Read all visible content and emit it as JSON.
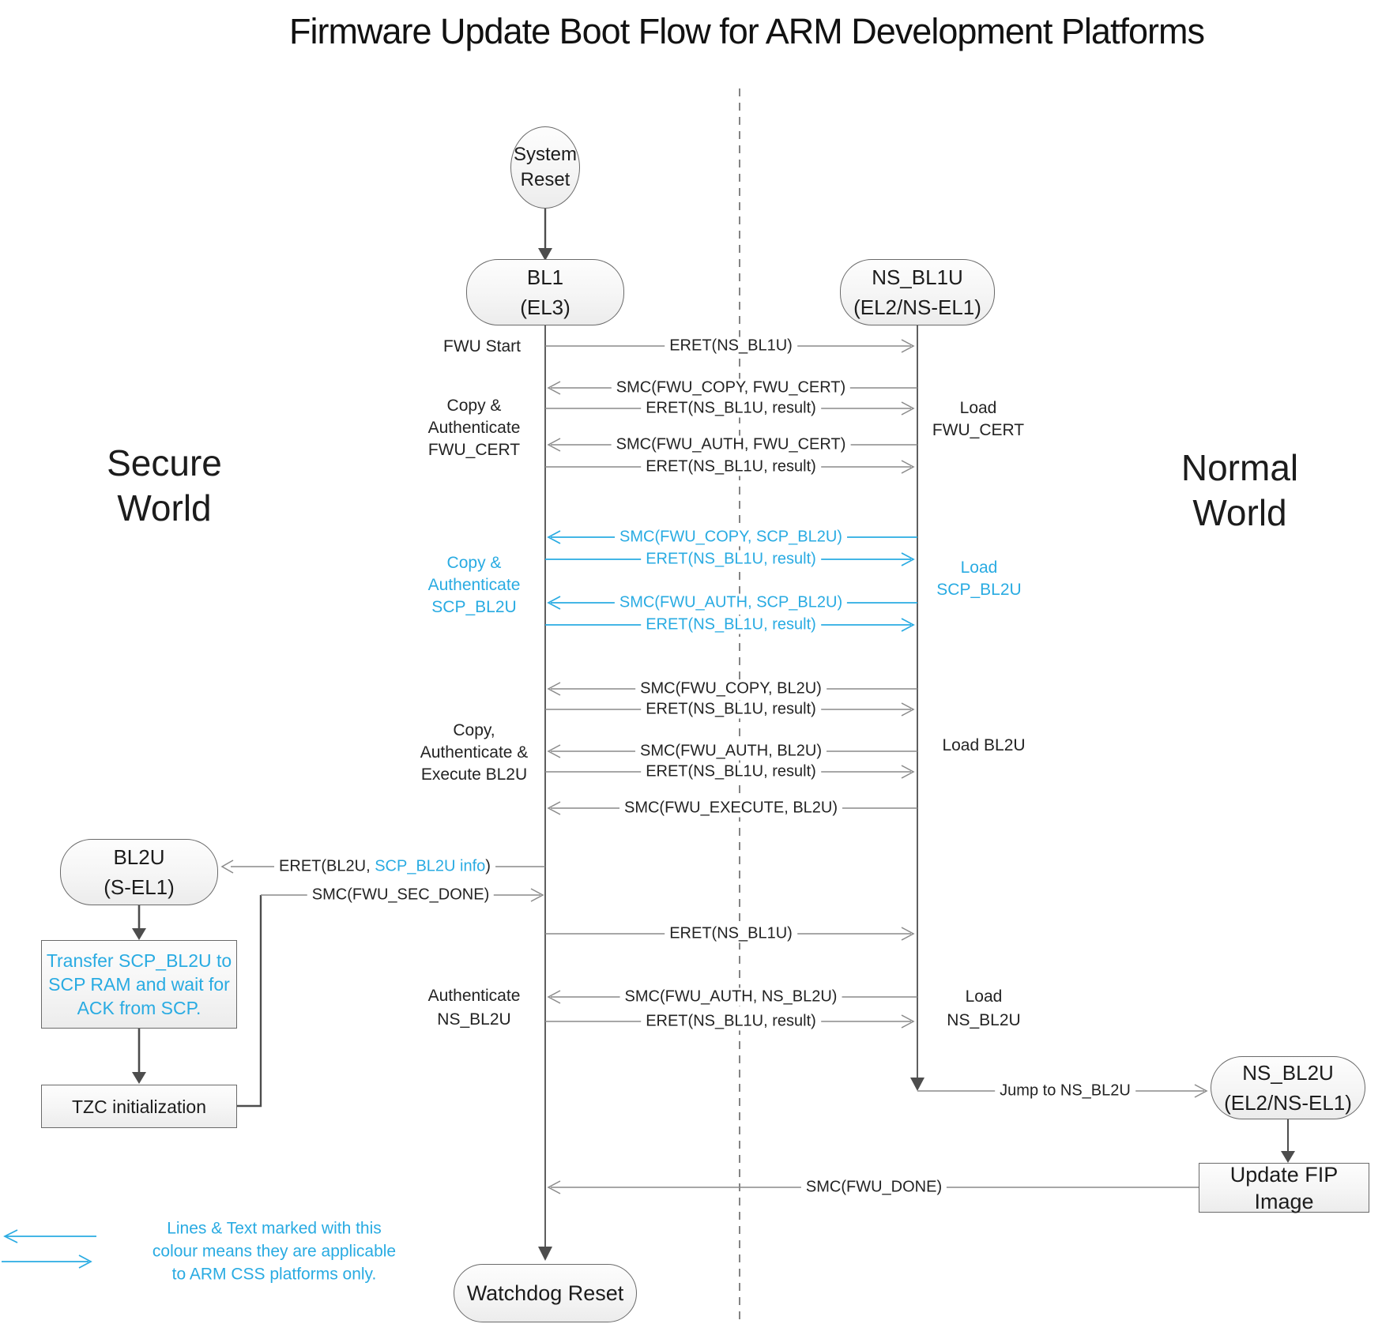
{
  "title": "Firmware Update Boot Flow for ARM Development Platforms",
  "colors": {
    "css_blue": "#29abe2",
    "line_gray": "#8a8a8a",
    "dark": "#4d4d4d"
  },
  "worlds": {
    "secure": [
      "Secure",
      "World"
    ],
    "normal": [
      "Normal",
      "World"
    ]
  },
  "nodes": {
    "system_reset": [
      "System",
      "Reset"
    ],
    "bl1": [
      "BL1",
      "(EL3)"
    ],
    "ns_bl1u": [
      "NS_BL1U",
      "(EL2/NS-EL1)"
    ],
    "bl2u": [
      "BL2U",
      "(S-EL1)"
    ],
    "transfer_scp": [
      "Transfer SCP_BL2U to",
      "SCP RAM and wait for",
      "ACK from SCP."
    ],
    "tzc_init": "TZC initialization",
    "ns_bl2u": [
      "NS_BL2U",
      "(EL2/NS-EL1)"
    ],
    "update_fip": "Update FIP Image",
    "watchdog_reset": "Watchdog Reset"
  },
  "messages": [
    "ERET(NS_BL1U)",
    "SMC(FWU_COPY, FWU_CERT)",
    "ERET(NS_BL1U, result)",
    "SMC(FWU_AUTH, FWU_CERT)",
    "ERET(NS_BL1U, result)",
    "SMC(FWU_COPY, SCP_BL2U)",
    "ERET(NS_BL1U, result)",
    "SMC(FWU_AUTH, SCP_BL2U)",
    "ERET(NS_BL1U, result)",
    "SMC(FWU_COPY, BL2U)",
    "ERET(NS_BL1U, result)",
    "SMC(FWU_AUTH, BL2U)",
    "ERET(NS_BL1U, result)",
    "SMC(FWU_EXECUTE, BL2U)",
    "SMC(FWU_SEC_DONE)",
    "ERET(NS_BL1U)",
    "SMC(FWU_AUTH, NS_BL2U)",
    "ERET(NS_BL1U, result)",
    "Jump to NS_BL2U",
    "SMC(FWU_DONE)"
  ],
  "annotations": {
    "fwu_start": "FWU Start",
    "copy_auth_fwu_cert": [
      "Copy &",
      "Authenticate",
      "FWU_CERT"
    ],
    "load_fwu_cert": [
      "Load",
      "FWU_CERT"
    ],
    "copy_auth_scp_bl2u": [
      "Copy &",
      "Authenticate",
      "SCP_BL2U"
    ],
    "load_scp_bl2u": [
      "Load",
      "SCP_BL2U"
    ],
    "copy_auth_exec_bl2u": [
      "Copy,",
      "Authenticate &",
      "Execute BL2U"
    ],
    "load_bl2u": "Load BL2U",
    "authenticate_ns_bl2u": [
      "Authenticate",
      "NS_BL2U"
    ],
    "load_ns_bl2u": [
      "Load",
      "NS_BL2U"
    ],
    "eret_bl2u": {
      "pre": "ERET(BL2U, ",
      "css": "SCP_BL2U info",
      "post": ")"
    }
  },
  "legend": [
    "Lines & Text marked with this",
    "colour means they are applicable",
    "to ARM CSS platforms only."
  ]
}
